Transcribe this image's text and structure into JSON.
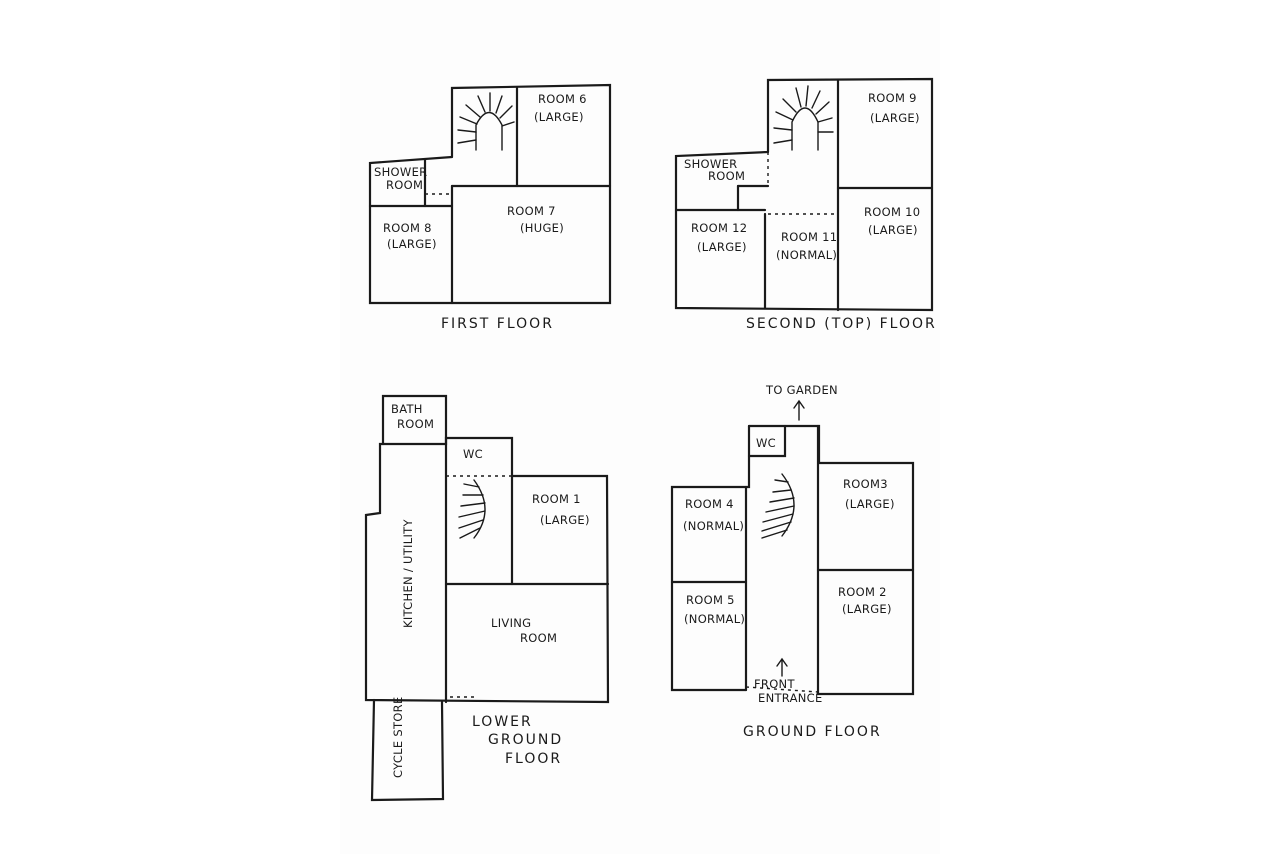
{
  "floors": {
    "first": {
      "title": "FIRST FLOOR",
      "rooms": {
        "room6": {
          "name": "ROOM 6",
          "size": "(LARGE)"
        },
        "room7": {
          "name": "ROOM 7",
          "size": "(HUGE)"
        },
        "room8": {
          "name": "ROOM 8",
          "size": "(LARGE)"
        },
        "shower": {
          "line1": "SHOWER",
          "line2": "ROOM"
        }
      }
    },
    "second": {
      "title": "SECOND (TOP) FLOOR",
      "rooms": {
        "room9": {
          "name": "ROOM 9",
          "size": "(LARGE)"
        },
        "room10": {
          "name": "ROOM 10",
          "size": "(LARGE)"
        },
        "room11": {
          "name": "ROOM 11",
          "size": "(NORMAL)"
        },
        "room12": {
          "name": "ROOM 12",
          "size": "(LARGE)"
        },
        "shower": {
          "line1": "SHOWER",
          "line2": "ROOM"
        }
      }
    },
    "lower_ground": {
      "title_lines": [
        "LOWER",
        "GROUND",
        "FLOOR"
      ],
      "rooms": {
        "bath": {
          "line1": "BATH",
          "line2": "ROOM"
        },
        "wc": "WC",
        "room1": {
          "name": "ROOM 1",
          "size": "(LARGE)"
        },
        "kitchen": "KITCHEN / UTILITY",
        "living": {
          "line1": "LIVING",
          "line2": "ROOM"
        },
        "cycle": "CYCLE STORE"
      }
    },
    "ground": {
      "title": "GROUND FLOOR",
      "to_garden": "TO GARDEN",
      "entrance": {
        "line1": "FRONT",
        "line2": "ENTRANCE"
      },
      "rooms": {
        "wc": "WC",
        "room2": {
          "name": "ROOM 2",
          "size": "(LARGE)"
        },
        "room3": {
          "name": "ROOM3",
          "size": "(LARGE)"
        },
        "room4": {
          "name": "ROOM 4",
          "size": "(NORMAL)"
        },
        "room5": {
          "name": "ROOM 5",
          "size": "(NORMAL)"
        }
      }
    }
  }
}
